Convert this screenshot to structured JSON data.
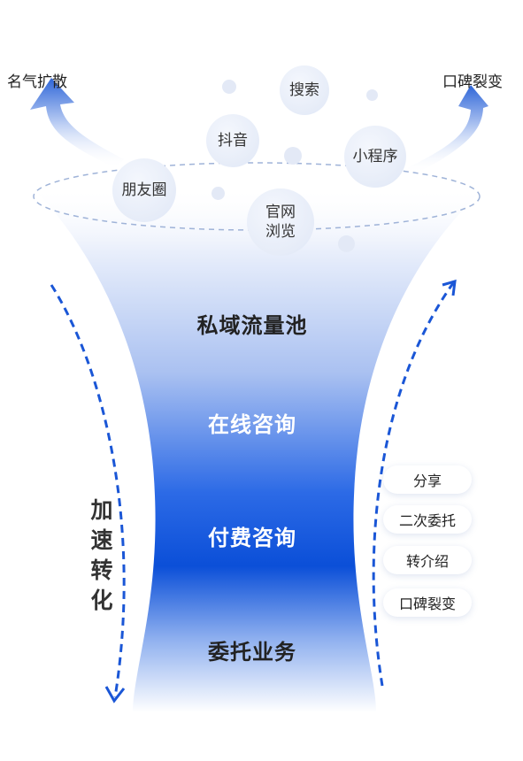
{
  "top": {
    "left_label": "名气扩散",
    "right_label": "口碑裂变"
  },
  "channels": [
    "搜索",
    "抖音",
    "小程序",
    "朋友圈",
    "官网浏览"
  ],
  "funnel": {
    "stages": [
      "私域流量池",
      "在线咨询",
      "付费咨询",
      "委托业务"
    ]
  },
  "left_side": {
    "text": "加速转化"
  },
  "right_side": {
    "items": [
      "分享",
      "二次委托",
      "转介绍",
      "口碑裂变"
    ]
  },
  "colors": {
    "funnel_top": "#eef3fc",
    "funnel_core": "#0b4fd8",
    "arrow": "#1a56d6",
    "ring": "#9fb3d8"
  }
}
